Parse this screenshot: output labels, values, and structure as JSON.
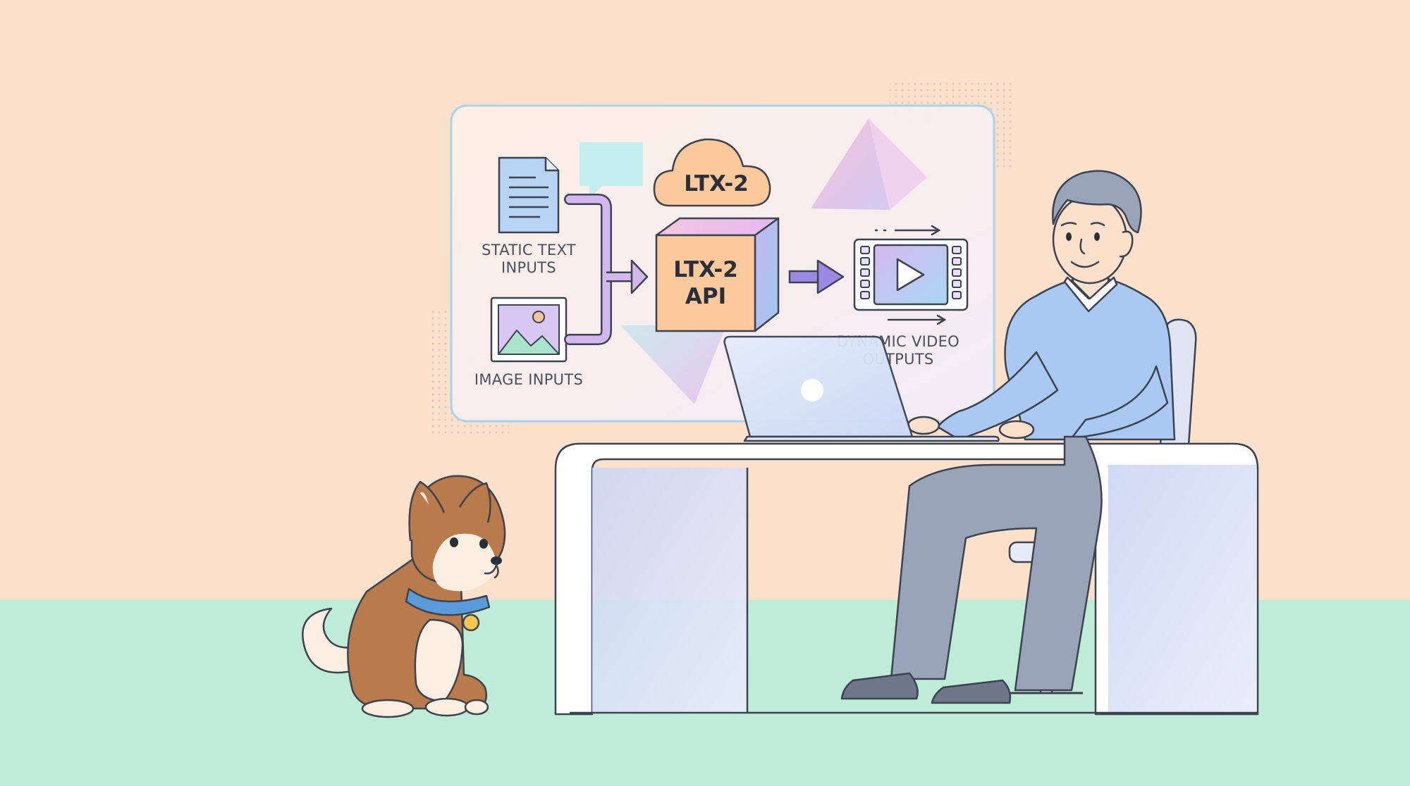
{
  "diagram": {
    "inputs": {
      "text_label_line1": "STATIC TEXT",
      "text_label_line2": "INPUTS",
      "image_label": "IMAGE INPUTS"
    },
    "cloud_label": "LTX-2",
    "api_label_line1": "LTX-2",
    "api_label_line2": "API",
    "outputs": {
      "label_line1": "DYNAMIC VIDEO",
      "label_line2": "OUTPUTS"
    }
  },
  "colors": {
    "wall": "#fbe0cb",
    "floor": "#bfecd6",
    "panel_border": "#a9d3ec",
    "cube_front": "#fbc99c",
    "arrow": "#9a8ae3",
    "sweater": "#a9c8f2",
    "pants": "#9aa4b8",
    "dog_fur": "#b97a4c",
    "collar": "#5b9ad8"
  }
}
